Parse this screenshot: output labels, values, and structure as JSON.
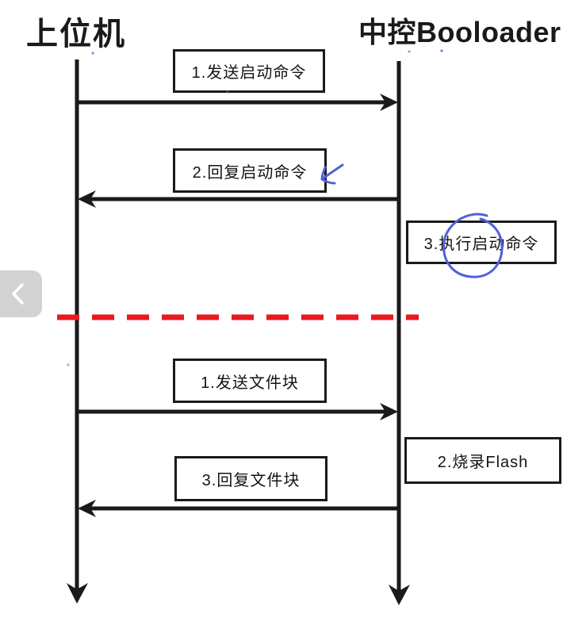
{
  "colors": {
    "ink": "#1a1a1a",
    "divider_red": "#e9191f",
    "pen_blue": "#5160d9",
    "nav_button_bg": "#d2d2d2",
    "nav_button_chevron": "#ffffff",
    "canvas_bg": "#ffffff"
  },
  "viewer": {
    "prev_button_icon": "chevron-left"
  },
  "diagram": {
    "actors": {
      "left": "上位机",
      "right": "中控Booloader"
    },
    "phase_boot": {
      "steps": [
        {
          "label": "1.发送启动命令",
          "type": "message",
          "direction": "left-to-right"
        },
        {
          "label": "2.回复启动命令",
          "type": "message",
          "direction": "right-to-left"
        },
        {
          "label": "3.执行启动命令",
          "type": "action",
          "actor": "right"
        }
      ]
    },
    "divider": {
      "style": "red-dashed-horizontal"
    },
    "phase_transfer": {
      "steps": [
        {
          "label": "1.发送文件块",
          "type": "message",
          "direction": "left-to-right"
        },
        {
          "label": "2.烧录Flash",
          "type": "action",
          "actor": "right"
        },
        {
          "label": "3.回复文件块",
          "type": "message",
          "direction": "right-to-left"
        }
      ]
    },
    "annotations": [
      {
        "name": "pen-check",
        "color": "#5160d9"
      },
      {
        "name": "pen-circle",
        "color": "#5160d9"
      }
    ]
  }
}
